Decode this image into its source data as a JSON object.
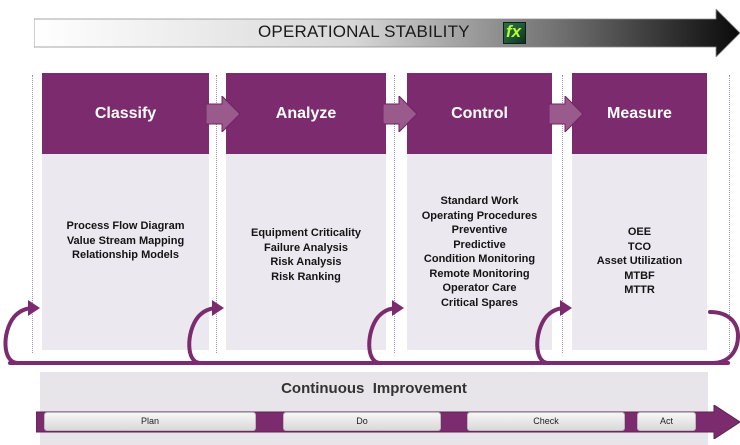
{
  "header": {
    "title": "OPERATIONAL STABILITY"
  },
  "columns": [
    {
      "title": "Classify",
      "items": [
        "Process Flow Diagram",
        "Value Stream Mapping",
        "Relationship Models"
      ]
    },
    {
      "title": "Analyze",
      "items": [
        "Equipment Criticality",
        "Failure Analysis",
        "Risk Analysis",
        "Risk Ranking"
      ]
    },
    {
      "title": "Control",
      "items": [
        "Standard Work",
        "Operating Procedures",
        "Preventive",
        "Predictive",
        "Condition Monitoring",
        "Remote Monitoring",
        "Operator Care",
        "Critical Spares"
      ]
    },
    {
      "title": "Measure",
      "items": [
        "OEE",
        "TCO",
        "Asset Utilization",
        "MTBF",
        "MTTR"
      ]
    }
  ],
  "continuous_improvement": {
    "label": "Continuous  Improvement",
    "steps": [
      "Plan",
      "Do",
      "Check",
      "Act"
    ]
  },
  "colors": {
    "purple": "#7c2c6e",
    "column_bg": "#ebe8ef",
    "panel_bg": "#e7e5ea"
  }
}
